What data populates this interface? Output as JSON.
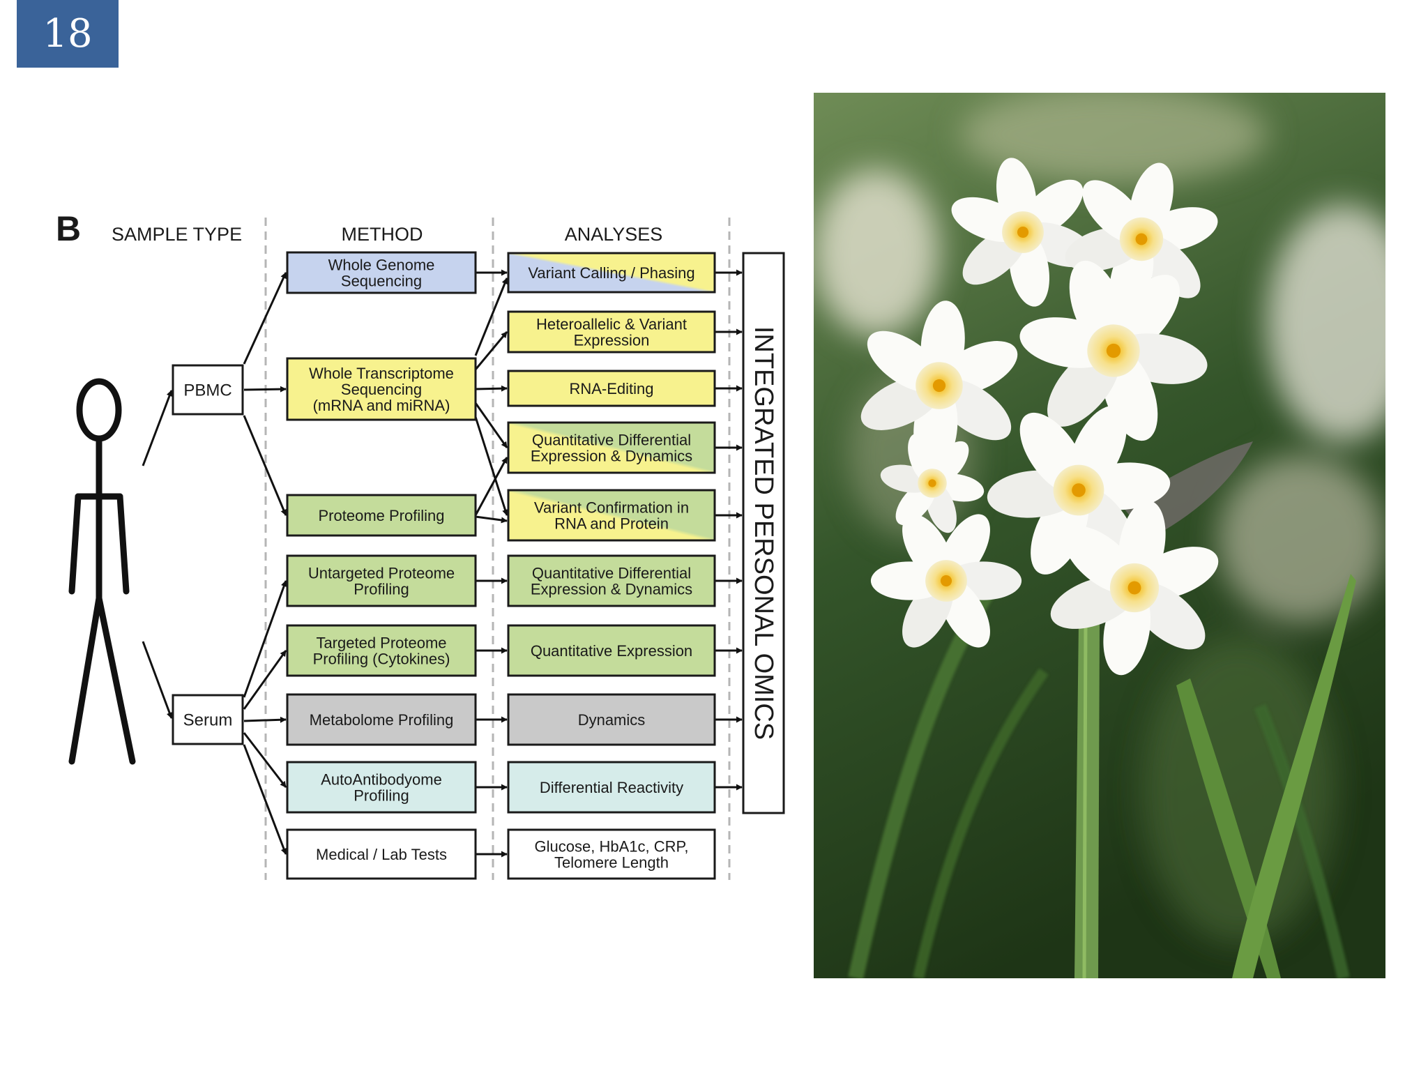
{
  "slide": {
    "number": "18"
  },
  "diagram": {
    "panel_letter": "B",
    "headers": {
      "sample_type": "SAMPLE TYPE",
      "method": "METHOD",
      "analyses": "ANALYSES"
    },
    "samples": [
      "PBMC",
      "Serum"
    ],
    "methods": [
      [
        "Whole Genome",
        "Sequencing"
      ],
      [
        "Whole Transcriptome",
        "Sequencing",
        "(mRNA and miRNA)"
      ],
      [
        "Proteome Profiling"
      ],
      [
        "Untargeted Proteome",
        "Profiling"
      ],
      [
        "Targeted Proteome",
        "Profiling (Cytokines)"
      ],
      [
        "Metabolome Profiling"
      ],
      [
        "AutoAntibodyome",
        "Profiling"
      ],
      [
        "Medical / Lab Tests"
      ]
    ],
    "analyses": [
      [
        "Variant Calling / Phasing"
      ],
      [
        "Heteroallelic & Variant",
        "Expression"
      ],
      [
        "RNA-Editing"
      ],
      [
        "Quantitative Differential",
        "Expression & Dynamics"
      ],
      [
        "Variant Confirmation in",
        "RNA and Protein"
      ],
      [
        "Quantitative Differential",
        "Expression & Dynamics"
      ],
      [
        "Quantitative Expression"
      ],
      [
        "Dynamics"
      ],
      [
        "Differential Reactivity"
      ],
      [
        "Glucose, HbA1c, CRP,",
        "Telomere Length"
      ]
    ],
    "integrated_label": "INTEGRATED PERSONAL OMICS",
    "colors": {
      "blue": "#c6d3ee",
      "yellow": "#f7f28e",
      "green": "#c4dc9b",
      "gray": "#c9c9c9",
      "cyan": "#d6ecea",
      "white": "#ffffff"
    },
    "method_fills": [
      "blue",
      "yellow",
      "green",
      "green",
      "green",
      "gray",
      "cyan",
      "white"
    ],
    "analysis_fills": [
      "blue-yellow",
      "yellow",
      "yellow",
      "yellow-green",
      "yellow-green",
      "green",
      "green",
      "gray",
      "cyan",
      "white"
    ]
  }
}
